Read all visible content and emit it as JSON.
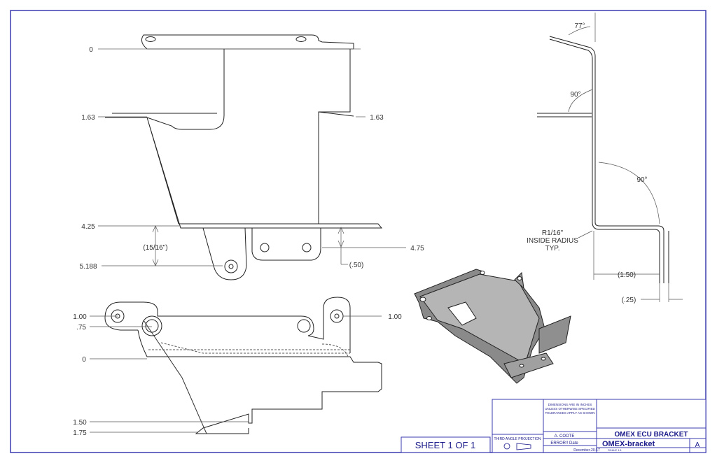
{
  "sheet": {
    "label": "SHEET 1 OF 1"
  },
  "title_block": {
    "title": "OMEX ECU BRACKET",
    "dwg_no": "OMEX-bracket",
    "rev": "A",
    "projection": "THIRD ANGLE PROJECTION",
    "drawn_by": "A. COOTE",
    "date": "December-20-17",
    "scale": "SCALE 1:1",
    "finish": "ERROR!! Date",
    "tolerance_note": [
      "DIMENSIONS ARE IN INCHES",
      "UNLESS OTHERWISE SPECIFIED",
      "TOLERANCES APPLY AS SHOWN"
    ],
    "colors": {
      "border": "#3b3bb0",
      "text": "#1a1a8a"
    }
  },
  "views": {
    "top": {
      "ordinates": [
        "0",
        "1.63",
        "4.25",
        "5.188"
      ],
      "right_ordinates": [
        "1.63",
        "4.75"
      ],
      "ref_dims": [
        "(15/16\")",
        "(.50)"
      ]
    },
    "bottom": {
      "ordinates": [
        "1.00",
        ".75",
        "0",
        "1.50",
        "1.75"
      ],
      "right_ordinates": [
        "1.00"
      ]
    },
    "side": {
      "angles": [
        "77°",
        "90°",
        "90°"
      ],
      "note": [
        "R1/16\"",
        "INSIDE RADIUS",
        "TYP."
      ],
      "ref_dims": [
        "(1.50)",
        "(.25)"
      ]
    },
    "isometric": {
      "shading": "#6e6e6e"
    }
  }
}
